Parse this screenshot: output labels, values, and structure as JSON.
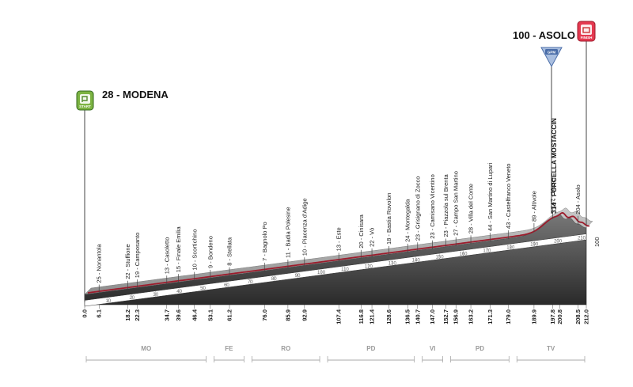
{
  "start": {
    "name": "28 - MODENA",
    "badge": "START"
  },
  "finish": {
    "name": "100 - ASOLO",
    "badge": "FINISH"
  },
  "climb": {
    "name": "314 - FORCELLA MOSTACCIN",
    "badge": "GPM"
  },
  "towns": [
    {
      "label": "25 - Nonantola",
      "km": 6.1
    },
    {
      "label": "22 - Stuffione",
      "km": 18.2
    },
    {
      "label": "19 - Camposanto",
      "km": 22.3
    },
    {
      "label": "13 - Casoletto",
      "km": 34.7
    },
    {
      "label": "15 - Finale Emilia",
      "km": 39.6
    },
    {
      "label": "10 - Scortichino",
      "km": 46.4
    },
    {
      "label": "9 - Bondeno",
      "km": 53.1
    },
    {
      "label": "8 - Stellata",
      "km": 61.2
    },
    {
      "label": "7 - Bagnolo Po",
      "km": 76.0
    },
    {
      "label": "11 - Badia Polesine",
      "km": 85.9
    },
    {
      "label": "10 - Piacenza d'Adige",
      "km": 92.9
    },
    {
      "label": "13 - Este",
      "km": 107.4
    },
    {
      "label": "20 - Cinisara",
      "km": 116.8
    },
    {
      "label": "22 - Vò",
      "km": 121.4
    },
    {
      "label": "18 - Bastia Rovolon",
      "km": 128.6
    },
    {
      "label": "24 - Montegalda",
      "km": 136.5
    },
    {
      "label": "23 - Grisignano di Zocco",
      "km": 140.7
    },
    {
      "label": "23 - Camisano Vicentino",
      "km": 147.0
    },
    {
      "label": "23 - Piazzola sul Brenta",
      "km": 152.7
    },
    {
      "label": "27 - Campo San Martino",
      "km": 156.9
    },
    {
      "label": "28 - Villa del Conte",
      "km": 163.2
    },
    {
      "label": "44 - San Martino di Lupari",
      "km": 171.3
    },
    {
      "label": "43 - Castelfranco Veneto",
      "km": 179.0
    },
    {
      "label": "89 - Altivole",
      "km": 189.9
    },
    {
      "label": "147 - Maser",
      "km": 197.8
    },
    {
      "label": "204 - Asolo",
      "km": 208.5
    }
  ],
  "km_labels": [
    "0.0",
    "6.1",
    "18.2",
    "22.3",
    "34.7",
    "39.6",
    "46.4",
    "53.1",
    "61.2",
    "76.0",
    "85.9",
    "92.9",
    "107.4",
    "116.8",
    "121.4",
    "128.6",
    "136.5",
    "140.7",
    "147.0",
    "152.7",
    "156.9",
    "163.2",
    "171.3",
    "179.0",
    "189.9",
    "197.8",
    "200.8",
    "208.5",
    "212.0"
  ],
  "km_markers": [
    "10",
    "20",
    "30",
    "40",
    "50",
    "60",
    "70",
    "80",
    "90",
    "100",
    "110",
    "120",
    "130",
    "140",
    "150",
    "160",
    "170",
    "180",
    "190",
    "200",
    "210"
  ],
  "provinces": [
    {
      "code": "MO",
      "from": 0,
      "to": 52
    },
    {
      "code": "FE",
      "from": 54,
      "to": 68
    },
    {
      "code": "RO",
      "from": 70,
      "to": 100
    },
    {
      "code": "PD",
      "from": 102,
      "to": 140
    },
    {
      "code": "VI",
      "from": 142,
      "to": 152
    },
    {
      "code": "PD",
      "from": 154,
      "to": 180
    },
    {
      "code": "TV",
      "from": 182,
      "to": 212
    }
  ],
  "finish_altitude": "100"
}
